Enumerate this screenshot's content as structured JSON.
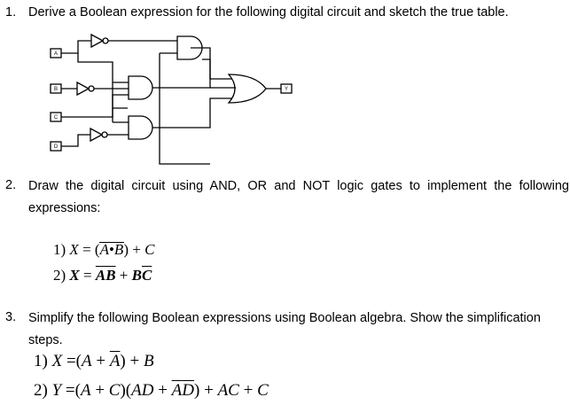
{
  "questions": [
    {
      "number": "1.",
      "text": "Derive a Boolean expression for the following digital circuit and sketch the true table."
    },
    {
      "number": "2.",
      "text": "Draw the digital circuit using AND, OR and NOT logic gates to implement the following expressions:"
    },
    {
      "number": "3.",
      "text": "Simplify the following Boolean expressions using Boolean algebra. Show the simplification steps."
    }
  ],
  "circuit": {
    "inputs": [
      "A",
      "B",
      "C",
      "D"
    ],
    "output": "Y"
  },
  "q2_expressions": [
    {
      "label": "1)",
      "lhs": "X",
      "eq": "=",
      "term1_a": "A",
      "dot": "•",
      "term1_b": "B",
      "plus": "+",
      "term2": "C"
    },
    {
      "label": "2)",
      "lhs": "X",
      "eq": "=",
      "term1": "AB",
      "plus": "+",
      "term2_a": "B",
      "term2_b": "C"
    }
  ],
  "q3_expressions": [
    {
      "label": "1)",
      "lhs": "X",
      "eq": "=",
      "paren_open": "(",
      "t1": "A",
      "plus": "+",
      "t2": "A",
      "paren_close": ")",
      "plus2": "+",
      "t3": "B"
    },
    {
      "label": "2)",
      "lhs": "Y",
      "eq": "=",
      "f1_open": "(",
      "f1_a": "A",
      "f1_plus": "+",
      "f1_b": "C",
      "f1_close": ")",
      "f2_open": "(",
      "f2_a": "AD",
      "f2_plus": "+",
      "f2_b1": "A",
      "f2_b2": "D",
      "f2_close": ")",
      "plus": "+",
      "t3": "AC",
      "plus2": "+",
      "t4": "C"
    }
  ]
}
